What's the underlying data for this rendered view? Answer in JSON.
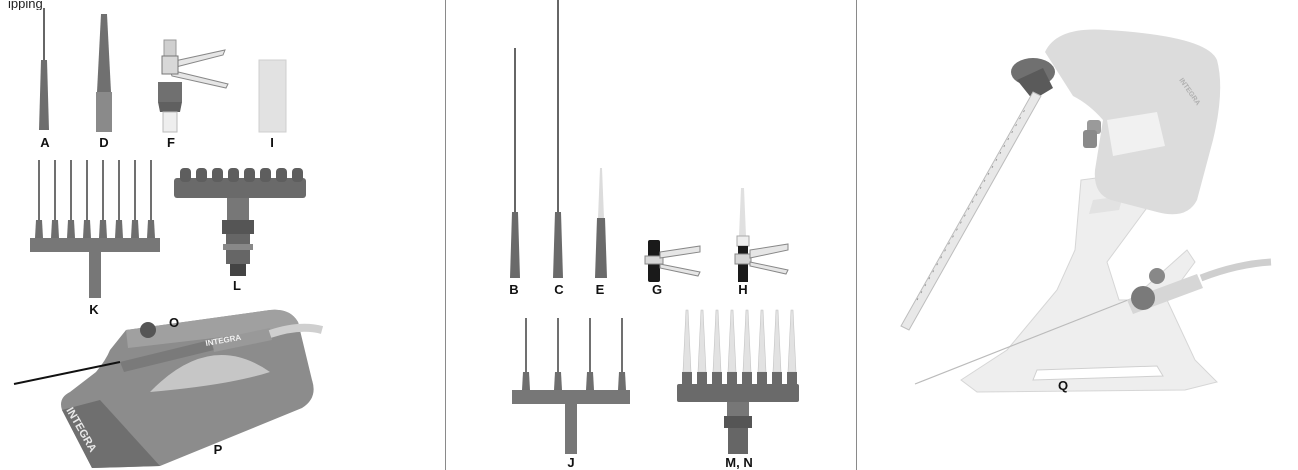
{
  "header": {
    "partial_text": "ipping"
  },
  "panels": [
    {
      "items": [
        {
          "id": "A",
          "label": "A"
        },
        {
          "id": "D",
          "label": "D"
        },
        {
          "id": "F",
          "label": "F"
        },
        {
          "id": "I",
          "label": "I"
        },
        {
          "id": "K",
          "label": "K"
        },
        {
          "id": "L",
          "label": "L"
        },
        {
          "id": "O",
          "label": "O"
        },
        {
          "id": "P",
          "label": "P"
        }
      ],
      "brand_text": "INTEGRA",
      "brand_sub": "INTEGRA"
    },
    {
      "items": [
        {
          "id": "B",
          "label": "B"
        },
        {
          "id": "C",
          "label": "C"
        },
        {
          "id": "E",
          "label": "E"
        },
        {
          "id": "G",
          "label": "G"
        },
        {
          "id": "H",
          "label": "H"
        },
        {
          "id": "J",
          "label": "J"
        },
        {
          "id": "MN",
          "label": "M, N"
        }
      ]
    },
    {
      "items": [
        {
          "id": "Q",
          "label": "Q"
        }
      ],
      "brand_text": "INTEGRA"
    }
  ],
  "colors": {
    "dark_grey": "#6e6e6e",
    "mid_grey": "#8c8c8c",
    "light_grey": "#d6d6d6",
    "very_light": "#eaeaea",
    "black": "#1a1a1a"
  }
}
